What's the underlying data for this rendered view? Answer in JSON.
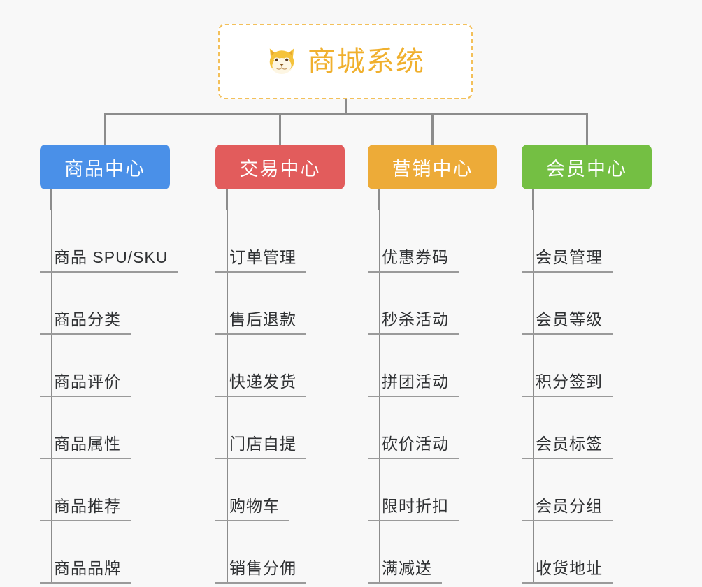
{
  "diagram": {
    "type": "mindmap-tree",
    "background_color": "#f8f8f8",
    "root": {
      "title": "商城系统",
      "icon": "shiba-dog-face-emoji",
      "border_color": "#f3c05a",
      "text_color": "#f0b02e"
    },
    "branches": [
      {
        "label": "商品中心",
        "color": "#4a90e8",
        "items": [
          "商品 SPU/SKU",
          "商品分类",
          "商品评价",
          "商品属性",
          "商品推荐",
          "商品品牌"
        ]
      },
      {
        "label": "交易中心",
        "color": "#e25c5c",
        "items": [
          "订单管理",
          "售后退款",
          "快递发货",
          "门店自提",
          "购物车",
          "销售分佣"
        ]
      },
      {
        "label": "营销中心",
        "color": "#edab38",
        "items": [
          "优惠券码",
          "秒杀活动",
          "拼团活动",
          "砍价活动",
          "限时折扣",
          "满减送"
        ]
      },
      {
        "label": "会员中心",
        "color": "#74bf43",
        "items": [
          "会员管理",
          "会员等级",
          "积分签到",
          "会员标签",
          "会员分组",
          "收货地址"
        ]
      }
    ]
  }
}
